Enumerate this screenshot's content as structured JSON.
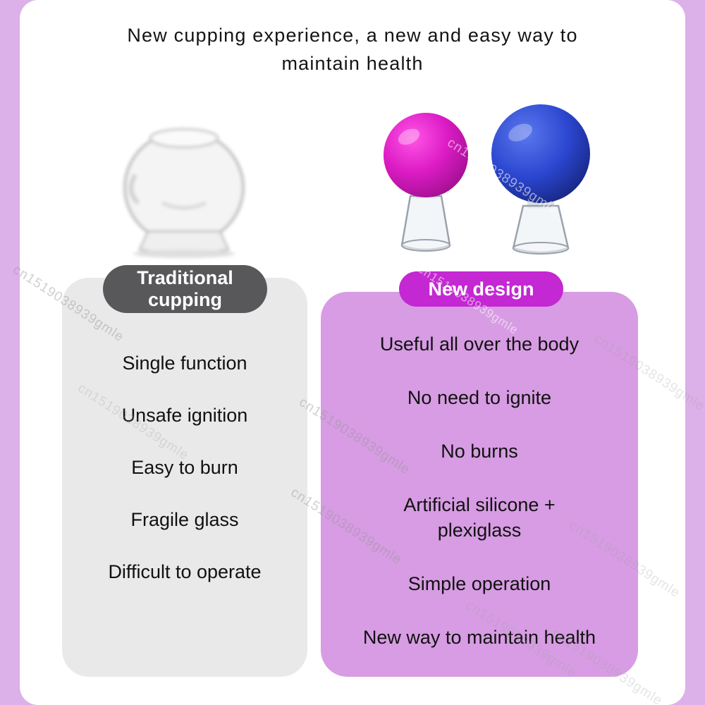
{
  "header": {
    "title_line1": "New cupping experience, a new and easy way to",
    "title_line2": "maintain health"
  },
  "traditional": {
    "badge_line1": "Traditional",
    "badge_line2": "cupping",
    "items": [
      "Single function",
      "Unsafe ignition",
      "Easy to burn",
      "Fragile glass",
      "Difficult to operate"
    ]
  },
  "new_design": {
    "badge": "New design",
    "items": [
      "Useful all over the body",
      "No need to ignite",
      "No burns",
      "Artificial silicone + plexiglass",
      "Simple operation",
      "New way to maintain health"
    ]
  },
  "watermark": {
    "text": "cn1519038939gmle"
  },
  "images": {
    "left": "traditional-glass-cupping-cup",
    "right": [
      "pink-silicone-cupping-cup",
      "blue-silicone-cupping-cup"
    ]
  },
  "colors": {
    "background_border": "#dcb0e8",
    "panel": "#ffffff",
    "traditional_badge": "#58585b",
    "traditional_box": "#e9e9e9",
    "new_badge": "#c328d2",
    "new_box": "#d79ce3",
    "pink_bulb": "#dd1cc6",
    "blue_bulb": "#2b46cf",
    "text": "#111111"
  }
}
